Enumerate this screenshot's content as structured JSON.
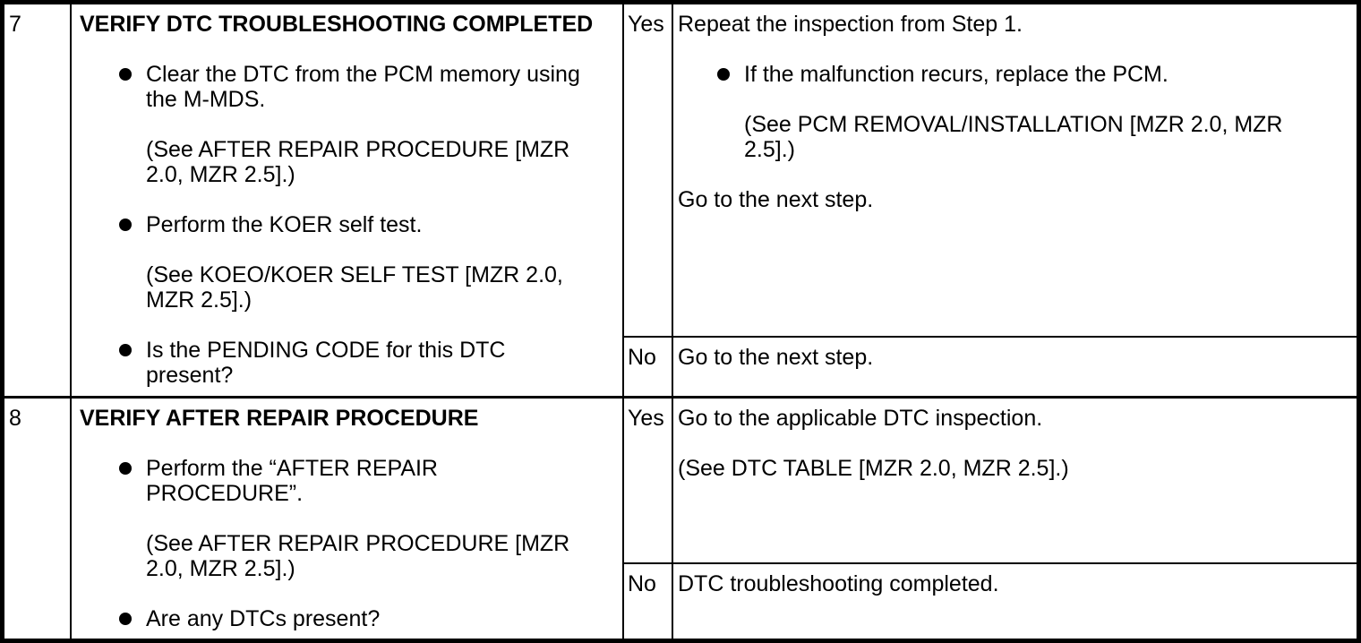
{
  "colors": {
    "border": "#000000",
    "text": "#000000",
    "background": "#ffffff"
  },
  "rows": [
    {
      "step": "7",
      "inspection": {
        "title": "VERIFY DTC TROUBLESHOOTING COMPLETED",
        "bullets": [
          {
            "paragraphs": [
              "Clear the DTC from the PCM memory using the M-MDS.",
              "(See AFTER REPAIR PROCEDURE [MZR 2.0, MZR 2.5].)"
            ]
          },
          {
            "paragraphs": [
              "Perform the KOER self test.",
              "(See KOEO/KOER SELF TEST [MZR 2.0, MZR 2.5].)"
            ]
          },
          {
            "paragraphs": [
              "Is the PENDING CODE for this DTC present?"
            ]
          }
        ]
      },
      "results": [
        {
          "label": "Yes",
          "action": {
            "lead": "Repeat the inspection from Step 1.",
            "bullet": {
              "paragraphs": [
                "If the malfunction recurs, replace the PCM.",
                "(See PCM REMOVAL/INSTALLATION [MZR 2.0, MZR 2.5].)"
              ]
            },
            "tail": "Go to the next step."
          }
        },
        {
          "label": "No",
          "action": {
            "lead": "Go to the next step."
          }
        }
      ]
    },
    {
      "step": "8",
      "inspection": {
        "title": "VERIFY AFTER REPAIR PROCEDURE",
        "bullets": [
          {
            "paragraphs": [
              "Perform the “AFTER REPAIR PROCEDURE”.",
              "(See AFTER REPAIR PROCEDURE [MZR 2.0, MZR 2.5].)"
            ]
          },
          {
            "paragraphs": [
              "Are any DTCs present?"
            ]
          }
        ]
      },
      "results": [
        {
          "label": "Yes",
          "action": {
            "lead": "Go to the applicable DTC inspection.",
            "note": "(See DTC TABLE [MZR 2.0, MZR 2.5].)"
          }
        },
        {
          "label": "No",
          "action": {
            "lead": "DTC troubleshooting completed."
          }
        }
      ]
    }
  ]
}
